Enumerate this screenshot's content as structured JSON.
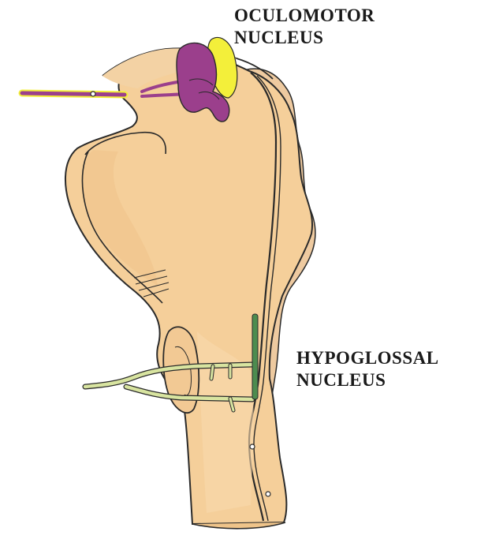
{
  "labels": {
    "oculomotor": {
      "line1": "OCULOMOTOR",
      "line2": "NUCLEUS"
    },
    "hypoglossal": {
      "line1": "HYPOGLOSSAL",
      "line2": "NUCLEUS"
    }
  },
  "colors": {
    "brainstem_fill": "#f5cf9a",
    "brainstem_shade": "#e9b579",
    "outline": "#2a2a2a",
    "oculomotor_nucleus": "#9b3f8c",
    "oculomotor_highlight": "#f3ef3a",
    "hypoglossal_nucleus": "#4d8c4f",
    "hypoglossal_nerve": "#d8e4a0"
  }
}
